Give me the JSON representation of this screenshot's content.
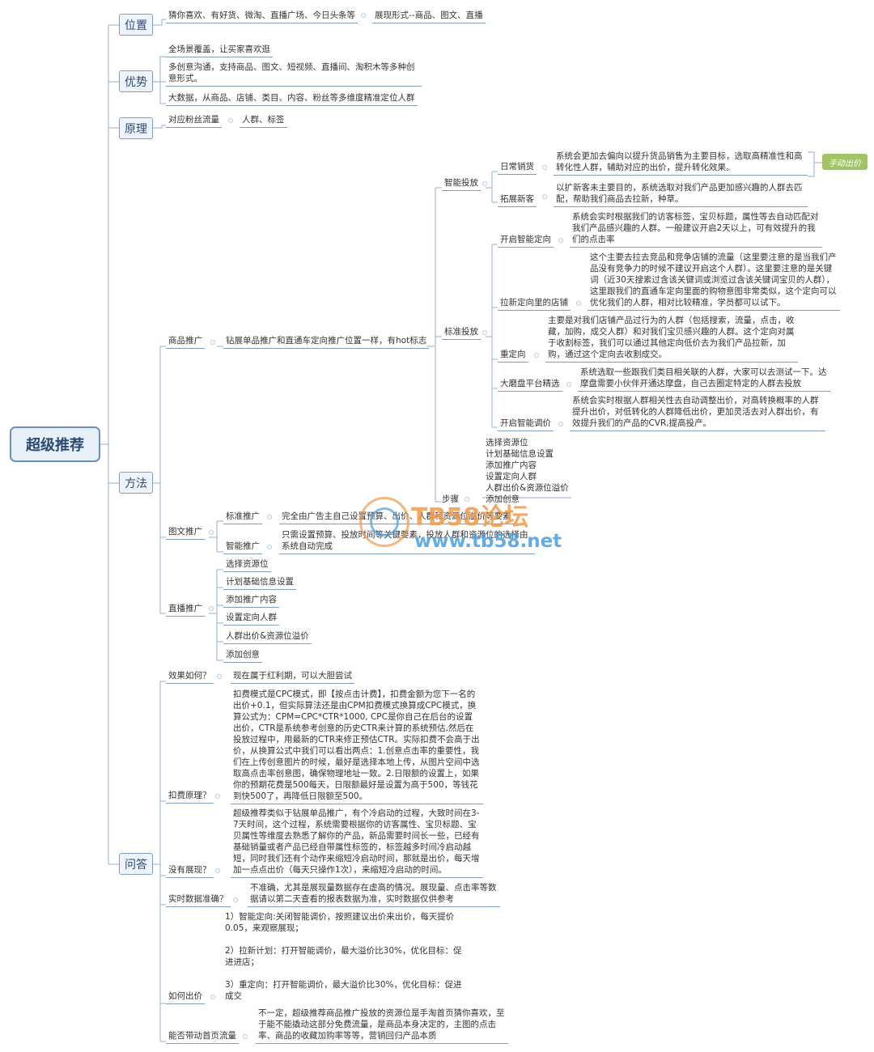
{
  "root": "超级推荐",
  "position": {
    "label": "位置",
    "places": "猜你喜欢、有好货、微淘、直播广场、今日头条等",
    "display": "展现形式--商品、图文、直播"
  },
  "advantage": {
    "label": "优势",
    "items": [
      "全场景覆盖，让买家喜欢逛",
      "多创意沟通，支持商品、图文、短视频、直播间、淘积木等多种创意形式。",
      "大数据，从商品、店铺、类目、内容、粉丝等多维度精准定位人群"
    ]
  },
  "principle": {
    "label": "原理",
    "item": "对应粉丝流量",
    "sub": "人群、标签"
  },
  "method": {
    "label": "方法",
    "product": {
      "label": "商品推广",
      "desc": "钻展单品推广和直通车定向推广位置一样，有hot标志",
      "smart": {
        "label": "智能投放",
        "daily": {
          "label": "日常销货",
          "text": "系统会更加去偏向以提升货品销售为主要目标，选取高精准性和高转化性人群，辅助对应的出价，提升转化效果。"
        },
        "newcust": {
          "label": "拓展新客",
          "text": "以扩新客未主要目的，系统选取对我们产品更加感兴趣的人群去匹配，帮助我们商品去拉新，种草。"
        },
        "manual_tag": "手动出价"
      },
      "standard": {
        "label": "标准投放",
        "items": [
          {
            "label": "开启智能定向",
            "text": "系统会实时根据我们的访客标签，宝贝标题，属性等去自动匹配对我们产品感兴趣的人群。一般建议开启2天以上，可有效提升的我们的点击率"
          },
          {
            "label": "拉新定向里的店铺",
            "text": "这个主要去拉去竞品和竞争店铺的流量（这里要注意的是当我们产品没有竞争力的时候不建议开启这个人群）。这里要注意的是关键词（近30天搜索过含该关键词或浏览过含该关键词宝贝的人群），这里跟我们的直通车定向里面的购物意图非常类似，这个定向可以优化我们的人群，相对比较精准，学员都可以试下。"
          },
          {
            "label": "重定向",
            "text": "主要是对我们店铺产品过行为的人群（包括搜索，流量，点击，收藏，加购，成交人群）和对我们宝贝感兴趣的人群。这个定向对属于收割标签，我们可以通过其他定向低价去为我们产品拉新，加购，通过这个定向去收割成交。"
          },
          {
            "label": "大磨盘平台精选",
            "text": "系统选取一些跟我们类目相关联的人群，大家可以去测试一下。达摩盘需要小伙伴开通达摩盘，自己去圈定特定的人群去投放"
          },
          {
            "label": "开启智能调价",
            "text": "系统会实时根据人群相关性去自动调整出价，对高转换概率的人群提升出价，对低转化的人群降低出价，更加灵活去对人群出价，有效提升我们的产品的CVR,提高投产。"
          }
        ]
      },
      "steps": {
        "label": "步骤",
        "items": [
          "选择资源位",
          "计划基础信息设置",
          "添加推广内容",
          "设置定向人群",
          "人群出价&资源位溢价",
          "添加创意"
        ]
      }
    },
    "graphic": {
      "label": "图文推广",
      "standard": {
        "label": "标准推广",
        "text": "完全由广告主自己设置预算、出价、人群和资源位溢价等要素"
      },
      "smart": {
        "label": "智能推广",
        "text": "只需设置预算、投放时间等关键要素，投放人群和资源位的选择由系统自动完成"
      }
    },
    "live": {
      "label": "直播推广",
      "items": [
        "选择资源位",
        "计划基础信息设置",
        "添加推广内容",
        "设置定向人群",
        "人群出价&资源位溢价",
        "添加创意"
      ]
    }
  },
  "qa": {
    "label": "问答",
    "items": [
      {
        "q": "效果如何？",
        "a": "现在属于红利期，可以大胆尝试"
      },
      {
        "q": "扣费原理？",
        "a": "扣费模式是CPC模式，即【按点击计费】，扣费金额为您下一名的出价+0.1，但实际算法还是由CPM扣费模式换算成CPC模式，换算公式为：CPM=CPC*CTR*1000, CPC是你自己在后台的设置出价，CTR是系统参考创意的历史CTR来计算的系统预估,然后在投放过程中，用最新的CTR来修正预估CTR。实际扣费不会高于出价，从换算公式中我们可以看出两点：1.创意点击率的重要性，我们在上传创意图片的时候，最好是选择本地上传，从图片空间中选取高点击率创意图，确保物理地址一致。2.日限额的设置上，如果你的预期花费是500每天，日限额最好是设置为高于500，等钱花到快500了，再降低日限额至500。"
      },
      {
        "q": "没有展现？",
        "a": "超级推荐类似于钻展单品推广，有个冷启动的过程，大致时间在3-7天时间，这个过程，系统需要根据你的访客属性、宝贝标题、宝贝属性等维度去熟悉了解你的产品，新品需要时间长一些，已经有基础销量或者产品已经自带属性标签的，标签越多时间冷启动越短，同时我们还有个动作来缩短冷启动时间，那就是出价，每天增加一点点出价（每天只操作1次），来缩短冷启动的时间。"
      },
      {
        "q": "实时数据准确？",
        "a": "不准确，尤其是展现量数据存在虚高的情况。展现量、点击率等数据请以第二天查看的报表数据为准，实时数据仅供参考"
      },
      {
        "q": "如何出价",
        "a1": "1）智能定向:关闭智能调价，按照建议出价来出价，每天提价0.05，来观察展现；",
        "a2": "2）拉新计划：打开智能调价，最大溢价比30%，优化目标：促进进店；",
        "a3": "3）重定向：打开智能调价，最大溢价比30%，优化目标：促进成交"
      },
      {
        "q": "能否带动首页流量",
        "a": "不一定，超级推荐商品推广投放的资源位是手淘首页猜你喜欢，至于能不能撬动这部分免费流量，是商品本身决定的，主图的点击率、商品的收藏加购率等等，营销回归产品本质"
      }
    ]
  },
  "watermark": {
    "line1": "TB58论坛",
    "line2": "www.tb58.net"
  },
  "colors": {
    "line": "#9fb4cf",
    "box_border": "#7f9cc0",
    "tag": "#a3c464",
    "root_text": "#2c4a70"
  }
}
